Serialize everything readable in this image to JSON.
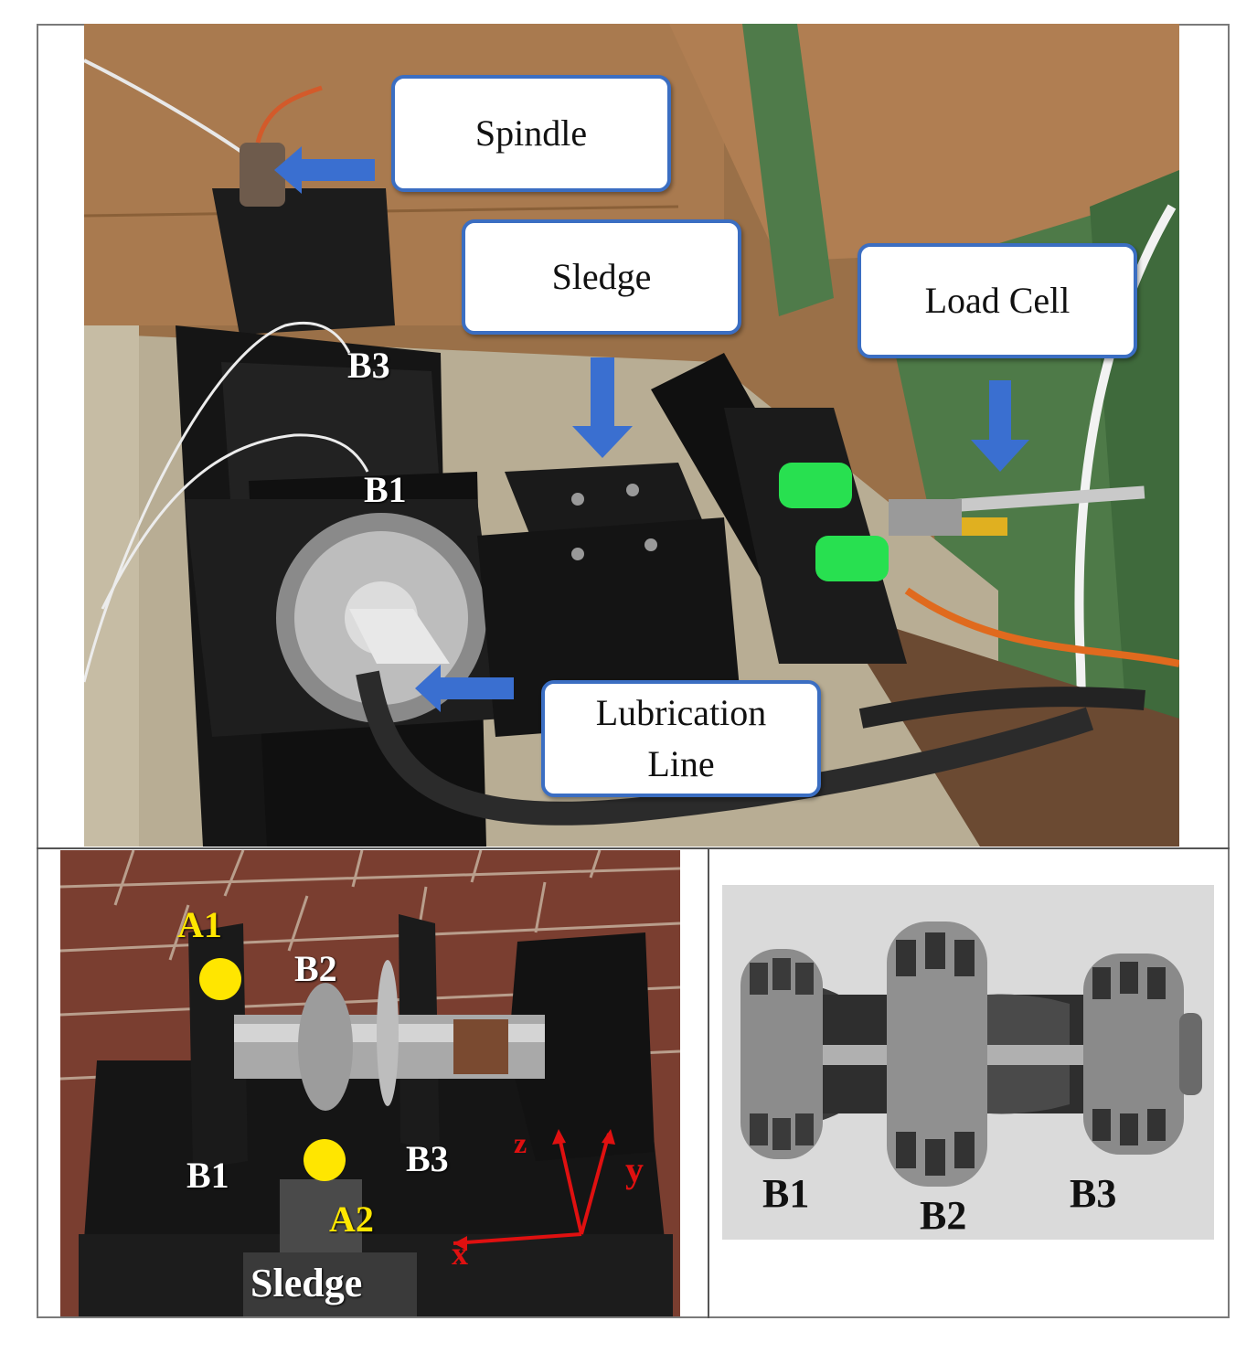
{
  "top_panel": {
    "callouts": {
      "spindle": "Spindle",
      "sledge": "Sledge",
      "load_cell": "Load Cell",
      "lubrication_line_1": "Lubrication",
      "lubrication_line_2": "Line"
    },
    "labels": {
      "b3": "B3",
      "b1": "B1"
    },
    "callout_border_color": "#3b6ec2",
    "arrow_color": "#3a6fd0"
  },
  "bottom_left_panel": {
    "labels": {
      "a1": "A1",
      "a2": "A2",
      "b1": "B1",
      "b2": "B2",
      "b3": "B3",
      "sledge": "Sledge",
      "axis_x": "x",
      "axis_y": "y",
      "axis_z": "z"
    },
    "marker_color": "#ffe600",
    "axis_color": "#e01010"
  },
  "bottom_right_panel": {
    "labels": {
      "b1": "B1",
      "b2": "B2",
      "b3": "B3"
    }
  }
}
